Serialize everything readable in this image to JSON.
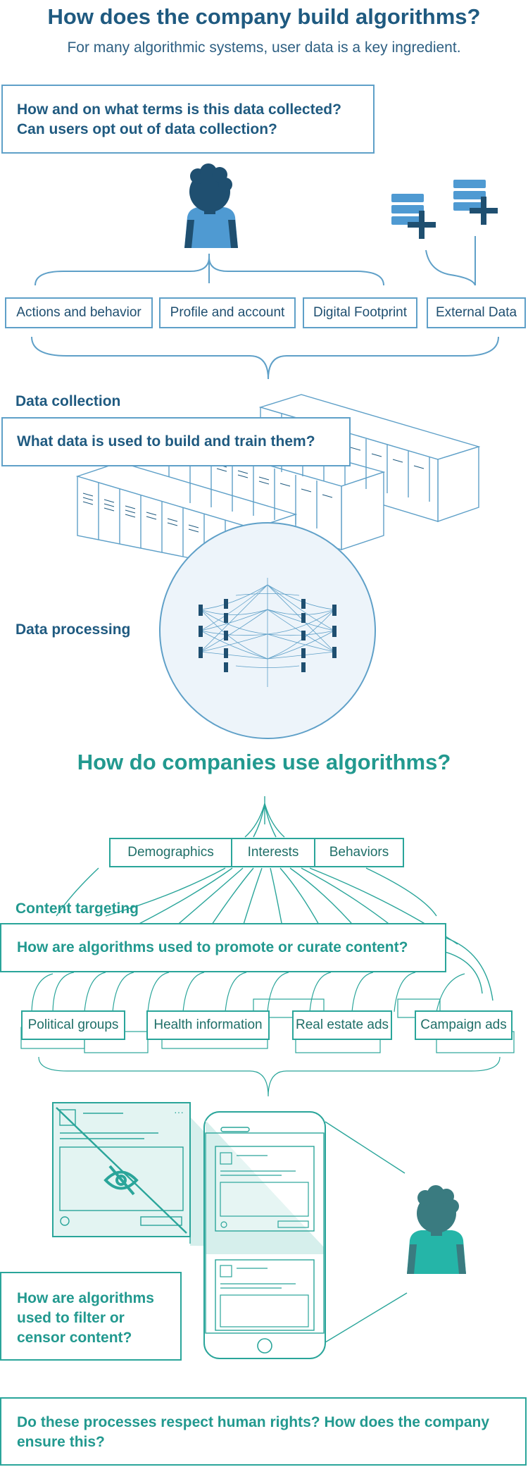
{
  "header": {
    "title": "How does the company build algorithms?",
    "subtitle": "For many algorithmic systems, user data is a key ingredient."
  },
  "questions": {
    "q1_line1": "How and on what terms is this data collected?",
    "q1_line2": "Can users opt out of data collection?",
    "q2": "What data is used to build and train them?",
    "q3": "How are algorithms used to promote or curate content?",
    "q4_line1": "How are algorithms",
    "q4_line2": "used to filter or",
    "q4_line3": "censor content?",
    "q5_line1": "Do these processes respect human rights? How does the company",
    "q5_line2": "ensure this?"
  },
  "data_sources": [
    "Actions and behavior",
    "Profile and account",
    "Digital Footprint",
    "External Data"
  ],
  "labels": {
    "data_collection": "Data collection",
    "data_processing": "Data processing",
    "content_targeting": "Content targeting"
  },
  "section2": {
    "title": "How do companies use algorithms?"
  },
  "targeting": [
    "Demographics",
    "Interests",
    "Behaviors"
  ],
  "content_types": [
    "Political groups",
    "Health information",
    "Real estate ads",
    "Campaign ads"
  ],
  "colors": {
    "navy": "#1f5a80",
    "blue": "#5fa0c8",
    "teal": "#2aa59a",
    "light_teal": "#e3f4f2",
    "light_blue": "#edf4fa"
  },
  "icons": [
    "person-icon",
    "database-add-icon",
    "server-racks-icon",
    "neural-network-icon",
    "phone-icon",
    "hidden-eye-icon",
    "person-icon"
  ]
}
